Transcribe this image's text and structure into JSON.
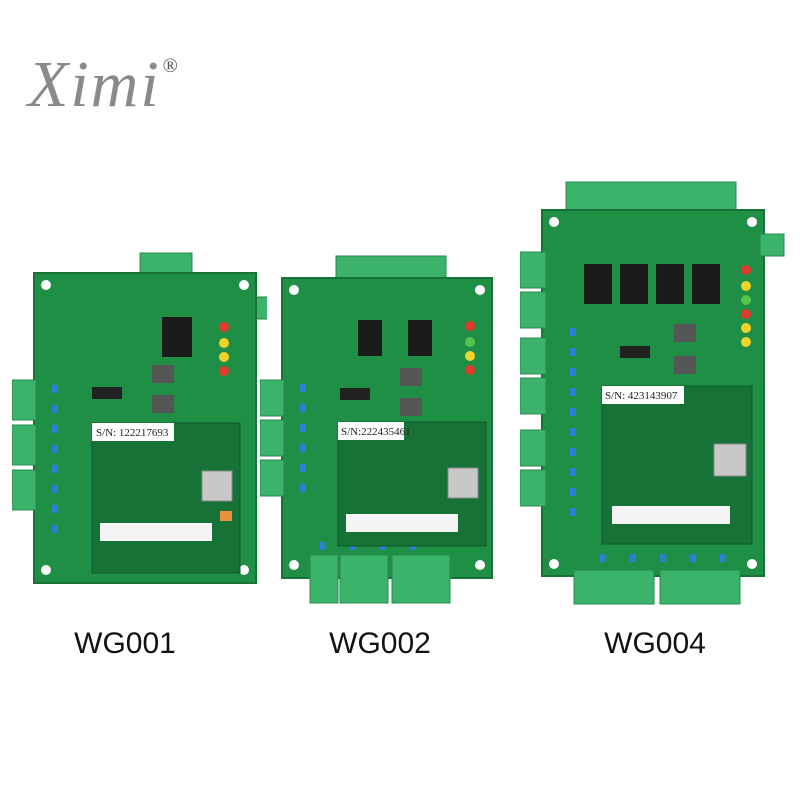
{
  "logo": {
    "text": "Ximi",
    "mark": "®"
  },
  "boards": [
    {
      "model": "WG001",
      "serial": "S/N: 122217693"
    },
    {
      "model": "WG002",
      "serial": "S/N:222435461"
    },
    {
      "model": "WG004",
      "serial": "S/N: 423143907"
    }
  ],
  "colors": {
    "pcb": "#1f8f45",
    "pcb_dark": "#167236",
    "terminal": "#3bb36a",
    "terminal_dark": "#2a8a4f",
    "relay": "#1a1a1a",
    "capacitor": "#2d7fd6",
    "led_red": "#e23b2b",
    "led_yellow": "#f2d22b",
    "led_green": "#55c44b"
  }
}
